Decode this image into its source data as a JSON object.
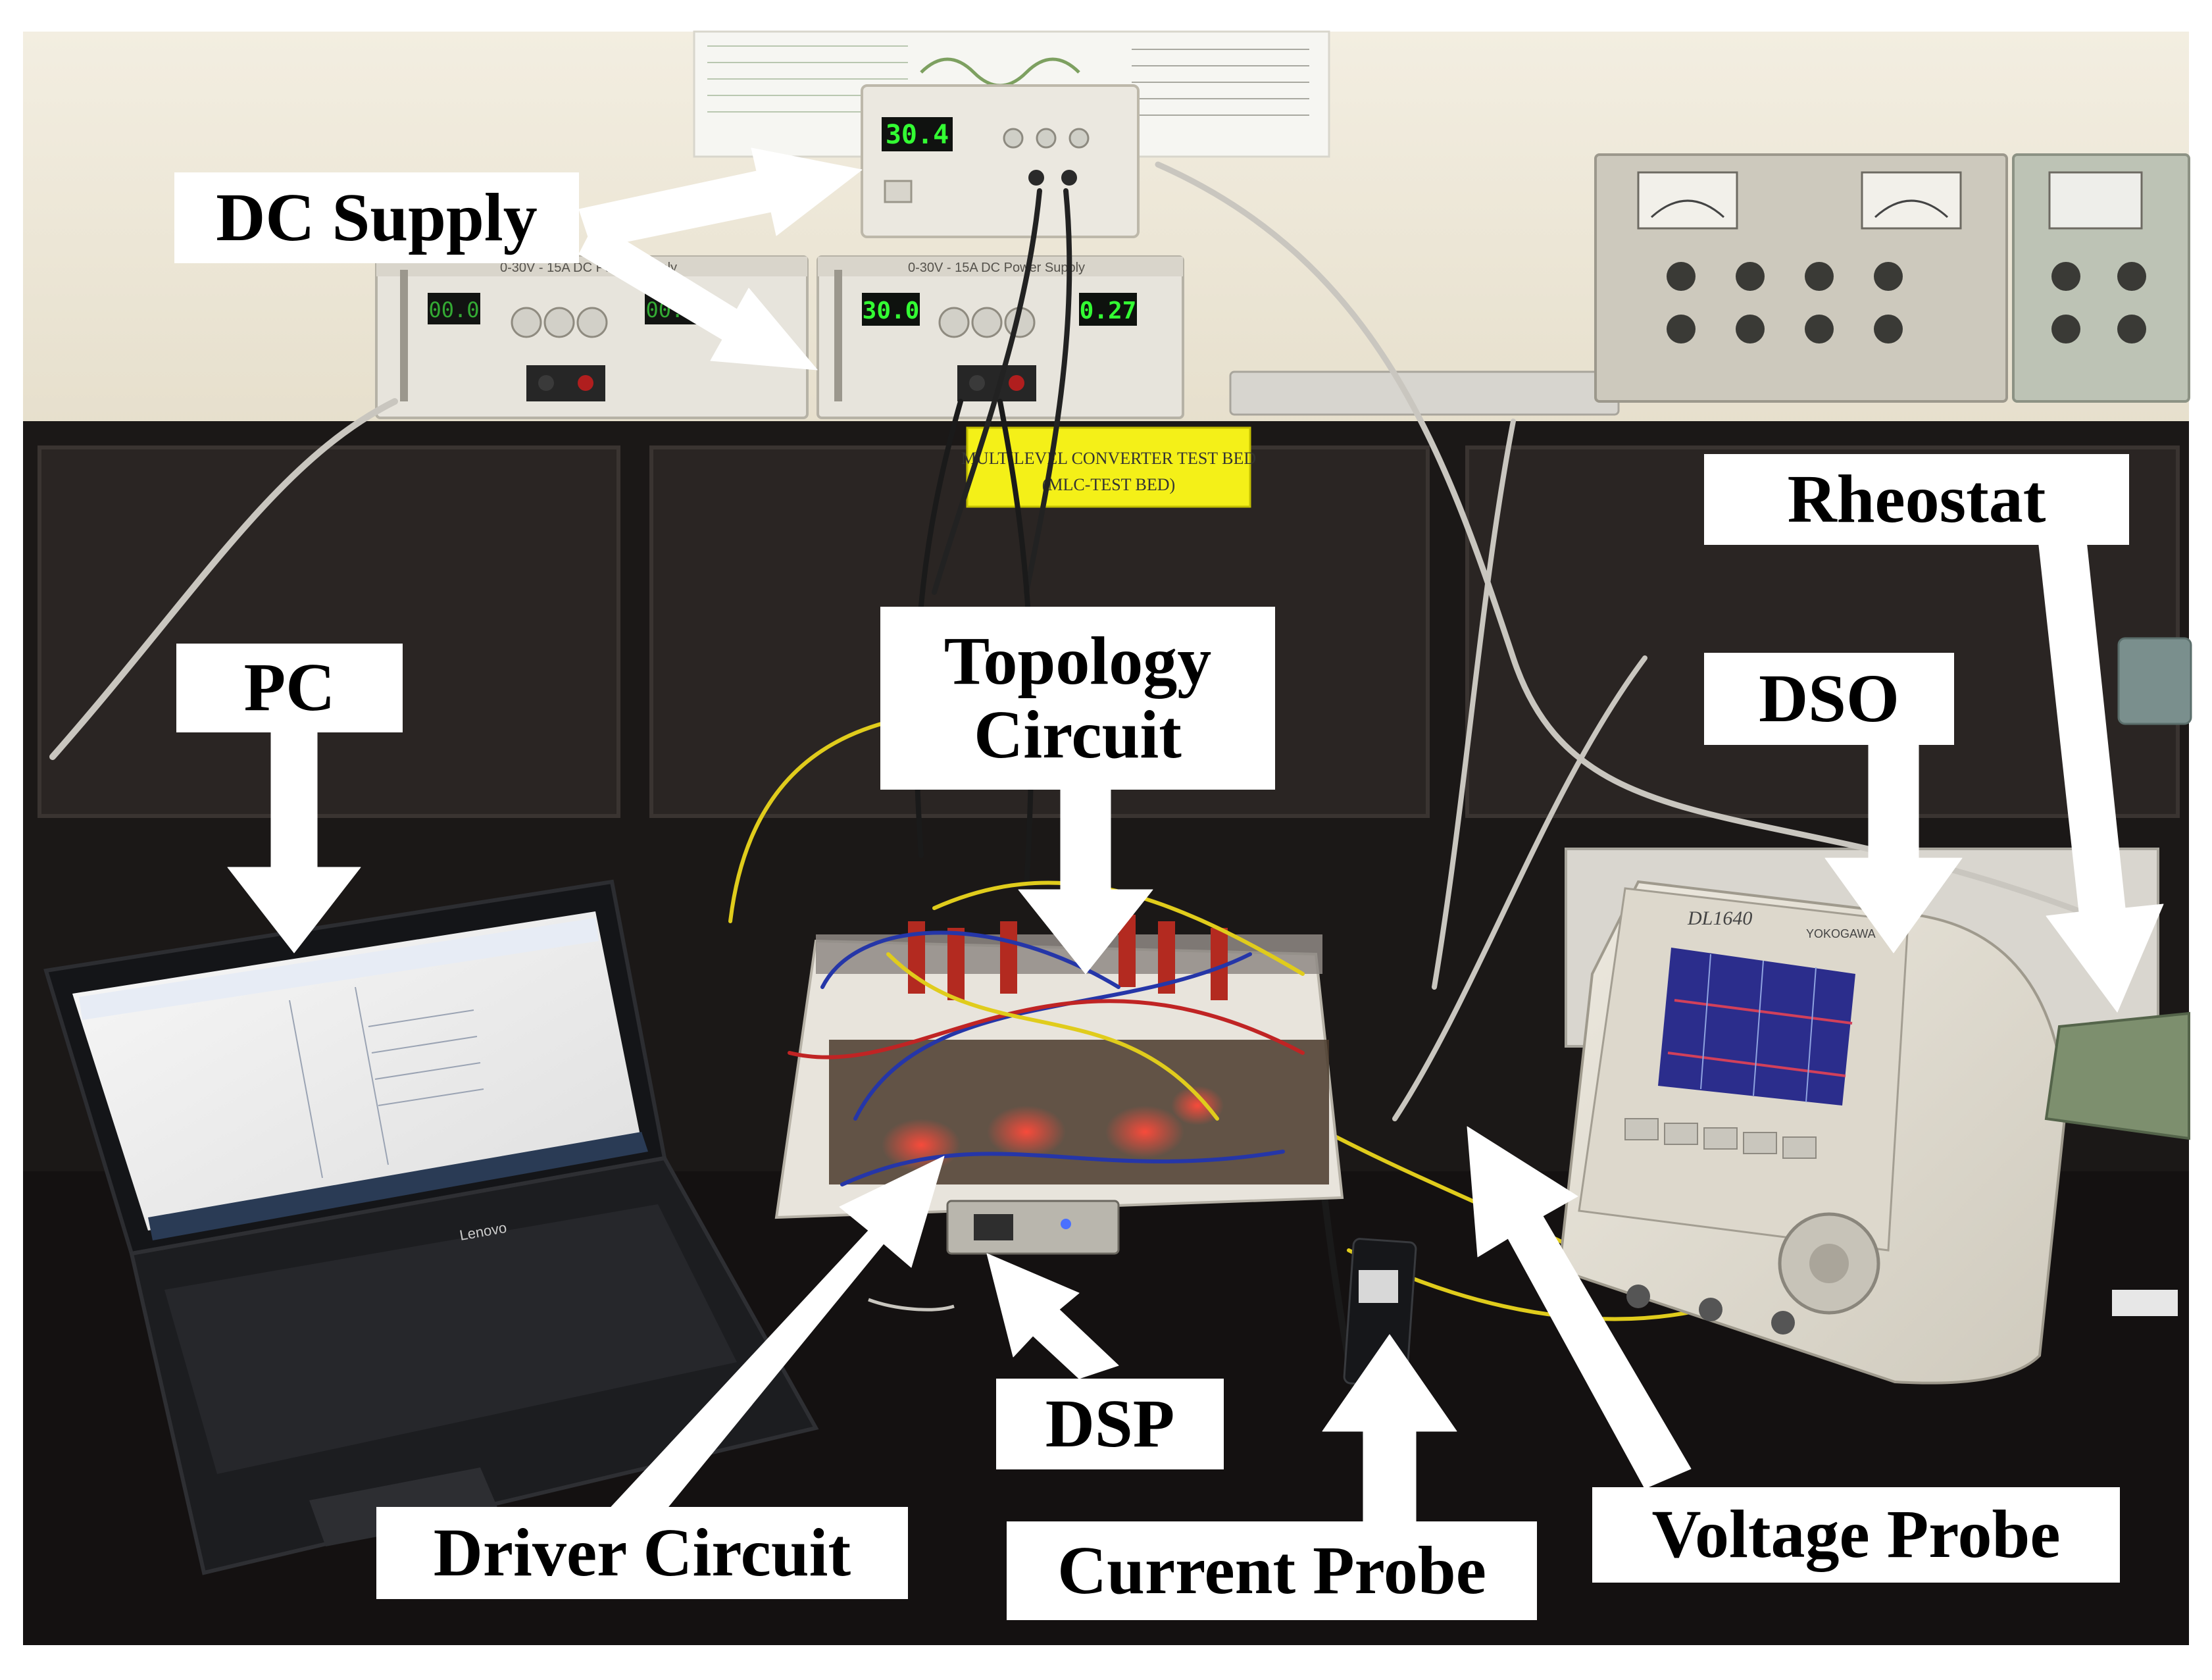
{
  "labels": {
    "dc_supply": "DC Supply",
    "pc": "PC",
    "topology_circuit_line1": "Topology",
    "topology_circuit_line2": "Circuit",
    "dso": "DSO",
    "rheostat": "Rheostat",
    "dsp": "DSP",
    "driver_circuit": "Driver Circuit",
    "current_probe": "Current Probe",
    "voltage_probe": "Voltage Probe"
  },
  "equipment_text": {
    "dc_top_display": "30.4",
    "dc_left_display_v": "00.0",
    "dc_left_display_a": "00.0",
    "dc_right_display_v": "30.0",
    "dc_right_display_a": "0.27",
    "dc_model": "0-30V - 15A  DC Power Supply",
    "test_bed_line1": "MULTILEVEL CONVERTER TEST BED",
    "test_bed_line2": "(MLC-TEST BED)",
    "dso_model": "DL1640",
    "dso_brand": "YOKOGAWA",
    "laptop_brand": "Lenovo"
  },
  "colors": {
    "wall": "#efe9da",
    "bench": "#1a1716",
    "seven_segment": "#33ff33",
    "test_bed_sign": "#f4f018",
    "label_box": "#ffffff",
    "arrow": "#ffffff"
  }
}
